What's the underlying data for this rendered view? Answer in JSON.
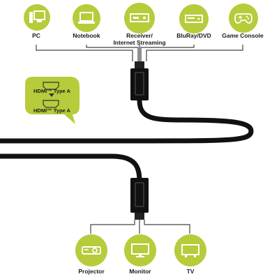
{
  "colors": {
    "accent": "#b8cb3a",
    "cable": "#111111",
    "connector_lines": "#444444"
  },
  "sources": [
    {
      "label": "PC",
      "icon": "pc-icon"
    },
    {
      "label": "Notebook",
      "icon": "notebook-icon"
    },
    {
      "label": "Receiver/\nInternet Streaming",
      "icon": "receiver-icon"
    },
    {
      "label": "BluRay/DVD",
      "icon": "bluray-icon"
    },
    {
      "label": "Game Console",
      "icon": "gamepad-icon"
    }
  ],
  "bubble": {
    "top_label": "HDMI™ Type A",
    "bottom_label": "HDMI™ Type A",
    "icon": "hdmi-connector-icon"
  },
  "outputs": [
    {
      "label": "Projector",
      "icon": "projector-icon"
    },
    {
      "label": "Monitor",
      "icon": "monitor-icon"
    },
    {
      "label": "TV",
      "icon": "tv-icon"
    }
  ]
}
